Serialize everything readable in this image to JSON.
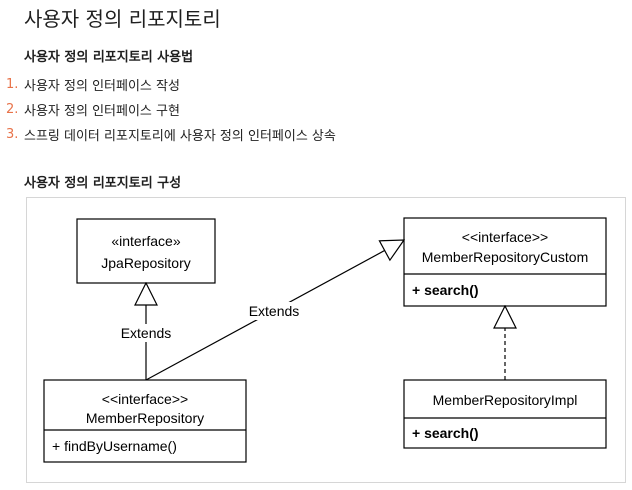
{
  "page": {
    "title": "사용자 정의 리포지토리"
  },
  "usage": {
    "heading": "사용자 정의 리포지토리 사용법",
    "steps": [
      {
        "num": "1.",
        "text": "사용자 정의 인터페이스 작성"
      },
      {
        "num": "2.",
        "text": "사용자 정의 인터페이스 구현"
      },
      {
        "num": "3.",
        "text": "스프링 데이터 리포지토리에 사용자 정의 인터페이스 상속"
      }
    ],
    "number_color": "#e8734a"
  },
  "structure": {
    "heading": "사용자 정의 리포지토리 구성"
  },
  "diagram": {
    "classes": {
      "jpa_repository": {
        "stereotype": "«interface»",
        "name": "JpaRepository"
      },
      "member_repository_custom": {
        "stereotype": "<<interface>>",
        "name": "MemberRepositoryCustom",
        "method": "+ search()"
      },
      "member_repository": {
        "stereotype": "<<interface>>",
        "name": "MemberRepository",
        "method": "+ findByUsername()"
      },
      "member_repository_impl": {
        "name": "MemberRepositoryImpl",
        "method": "+ search()"
      }
    },
    "relations": {
      "extends_jpa": "Extends",
      "extends_custom": "Extends"
    }
  }
}
